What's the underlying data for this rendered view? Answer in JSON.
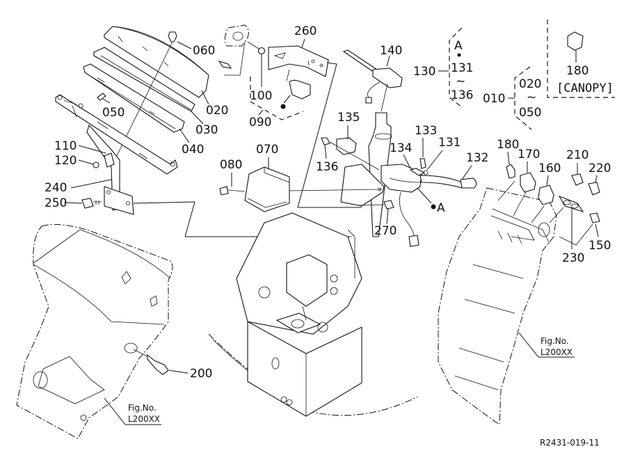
{
  "diagram": {
    "type": "exploded-parts-diagram",
    "drawing_number": "R2431-019-11",
    "callouts": {
      "p060": "060",
      "p020": "020",
      "p030": "030",
      "p040": "040",
      "p050": "050",
      "p110": "110",
      "p120": "120",
      "p240": "240",
      "p250": "250",
      "p260": "260",
      "p100": "100",
      "p090": "090",
      "p140": "140",
      "p135": "135",
      "p136": "136",
      "p133": "133",
      "p134": "134",
      "p131": "131",
      "p132": "132",
      "p070": "070",
      "p080": "080",
      "p270": "270",
      "p180": "180",
      "p170": "170",
      "p160": "160",
      "p210": "210",
      "p220": "220",
      "p230": "230",
      "p150": "150",
      "p200": "200"
    },
    "marker_a": "A",
    "group_130": {
      "id": "130",
      "marker": "A",
      "range_start": "131",
      "tilde": "~",
      "range_end": "136"
    },
    "group_010": {
      "id": "010",
      "range_start": "020",
      "tilde": "~",
      "range_end": "050"
    },
    "canopy_box": {
      "part": "180",
      "note": "[CANOPY]"
    },
    "fig_refs": [
      {
        "line1": "Fig.No.",
        "line2": "L200XX"
      },
      {
        "line1": "Fig.No.",
        "line2": "L200XX"
      }
    ]
  }
}
